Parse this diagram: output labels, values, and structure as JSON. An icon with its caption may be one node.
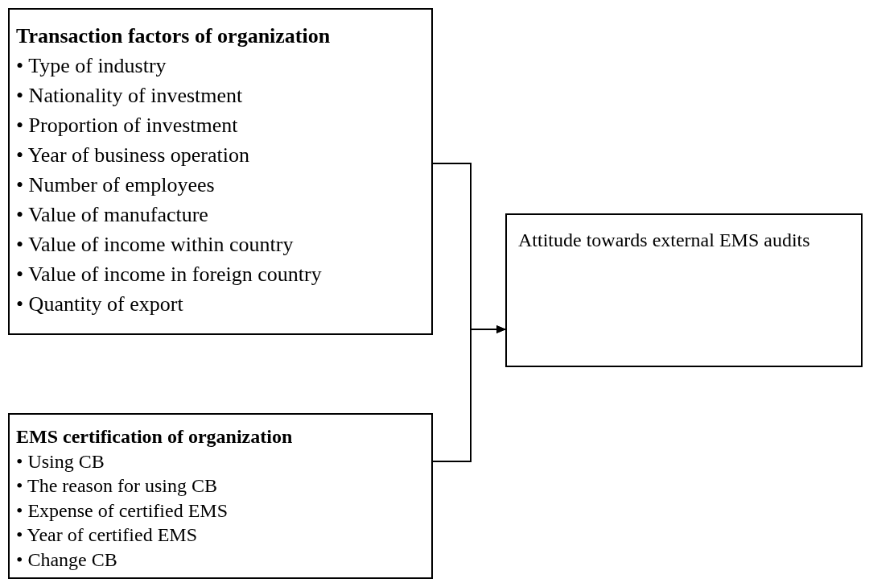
{
  "diagram": {
    "nodes": [
      {
        "text": [
          "Transaction factors of organization",
          "• Type of industry",
          "• Nationality of investment",
          "• Proportion of investment",
          "• Year of business operation",
          "• Number of employees",
          "• Value of manufacture",
          "• Value of income within country",
          "• Value of income in foreign country",
          "• Quantity of export"
        ]
      },
      {
        "text": [
          "EMS certification of organization",
          "• Using CB",
          "• The reason for using CB",
          "• Expense of certified EMS",
          "• Year of certified EMS",
          "• Change CB"
        ]
      },
      {
        "text": [
          "Attitude towards external EMS audits"
        ]
      }
    ],
    "edges": [
      {
        "from": 0,
        "to": 2,
        "arrow": "to"
      },
      {
        "from": 1,
        "to": 2,
        "arrow": "to"
      }
    ]
  }
}
